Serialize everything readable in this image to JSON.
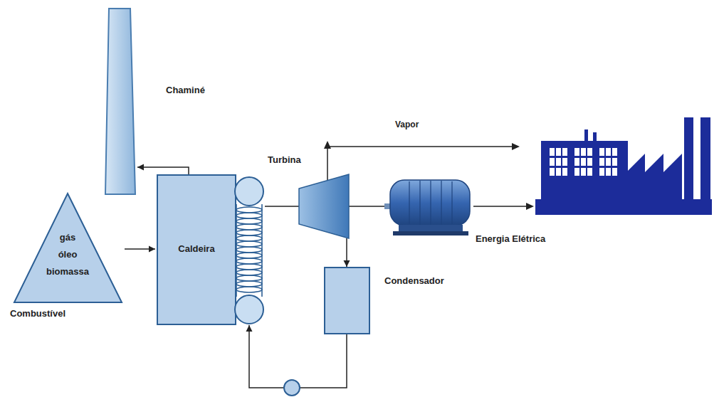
{
  "diagram": {
    "nodes": [
      {
        "text": [
          "Chaminé"
        ]
      },
      {
        "text": [
          "gás",
          "óleo",
          "biomassa",
          "Combustível"
        ]
      },
      {
        "text": [
          "Caldeira"
        ]
      },
      {
        "text": [
          "Turbina"
        ]
      },
      {
        "text": [
          "Energia Elétrica"
        ]
      },
      {
        "text": [
          "Condensador"
        ]
      }
    ],
    "edges": [
      {
        "from": 1,
        "to": 2,
        "arrow": "to"
      },
      {
        "from": 2,
        "to": 0,
        "arrow": "to"
      },
      {
        "from": 2,
        "to": 3,
        "arrow": "none"
      },
      {
        "from": 3,
        "to": 5,
        "arrow": "to"
      },
      {
        "from": 3,
        "to": 4,
        "arrow": "none"
      },
      {
        "from": 5,
        "to": 2,
        "arrow": "to"
      }
    ],
    "labels": [
      "Vapor"
    ]
  }
}
